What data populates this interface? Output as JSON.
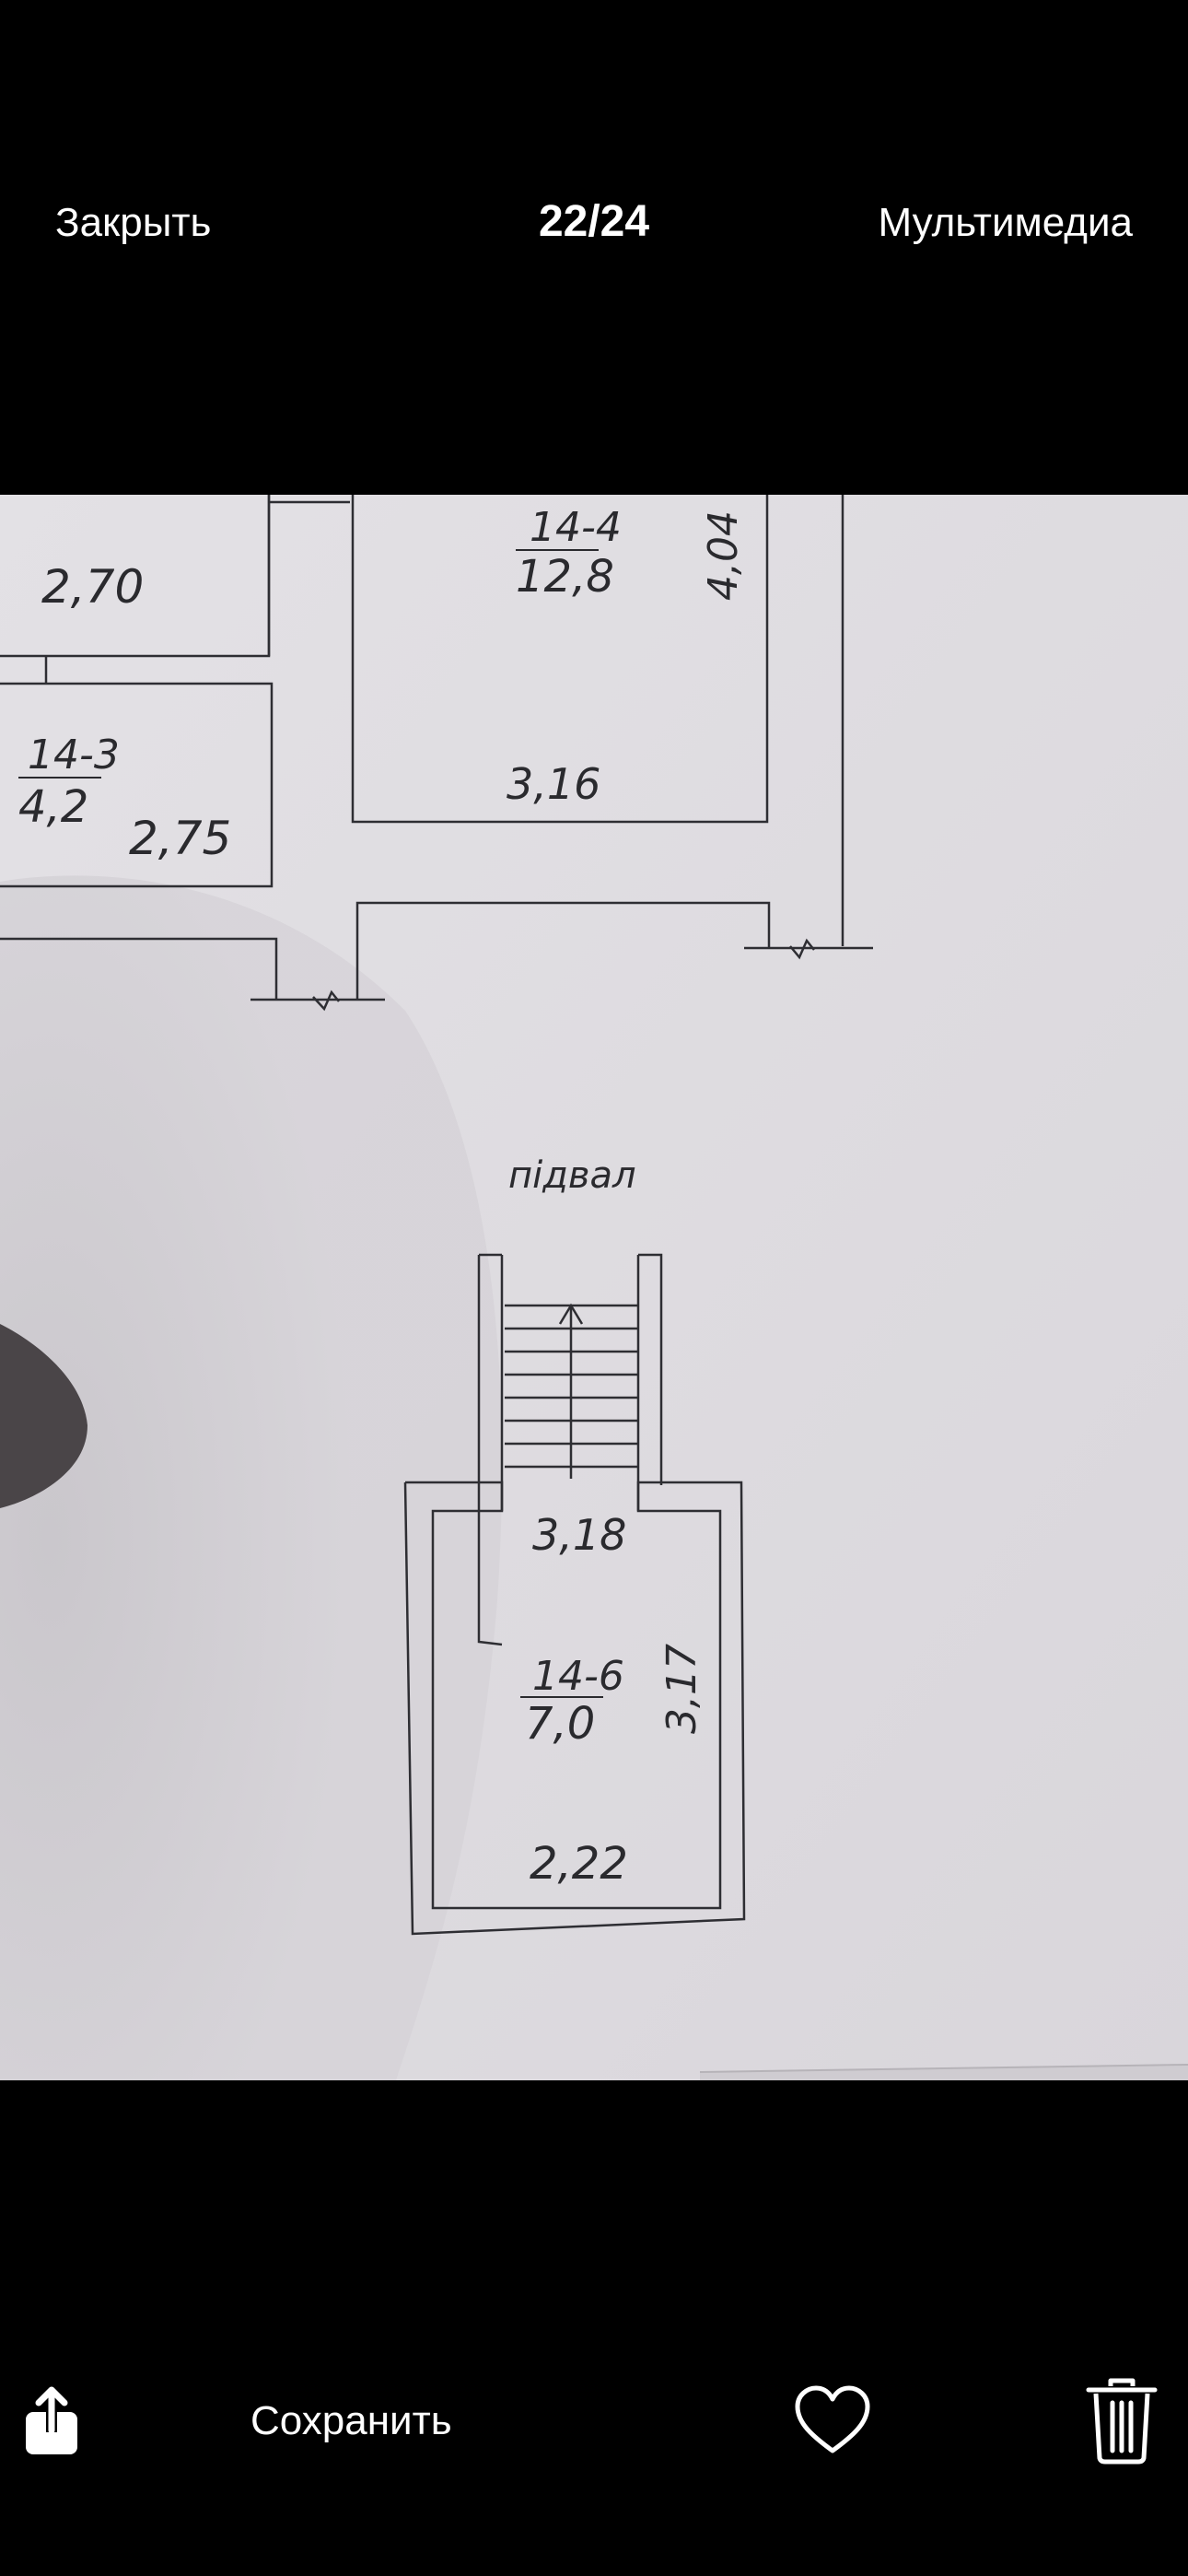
{
  "topbar": {
    "close_label": "Закрыть",
    "counter": "22/24",
    "media_label": "Мультимедиа"
  },
  "photo": {
    "labels": {
      "dim_270": "2,70",
      "room_14_4": "14-4",
      "area_12_8": "12,8",
      "dim_404": "4,04",
      "room_14_3": "14-3",
      "area_4_2": "4,2",
      "dim_275": "2,75",
      "dim_316": "3,16",
      "basement": "підвал",
      "dim_318": "3,18",
      "room_14_6": "14-6",
      "area_7_0": "7,0",
      "dim_317": "3,17",
      "dim_222": "2,22"
    }
  },
  "bottombar": {
    "save_label": "Сохранить"
  },
  "icons": {
    "share": "share-icon",
    "like": "heart-icon",
    "trash": "trash-icon"
  }
}
